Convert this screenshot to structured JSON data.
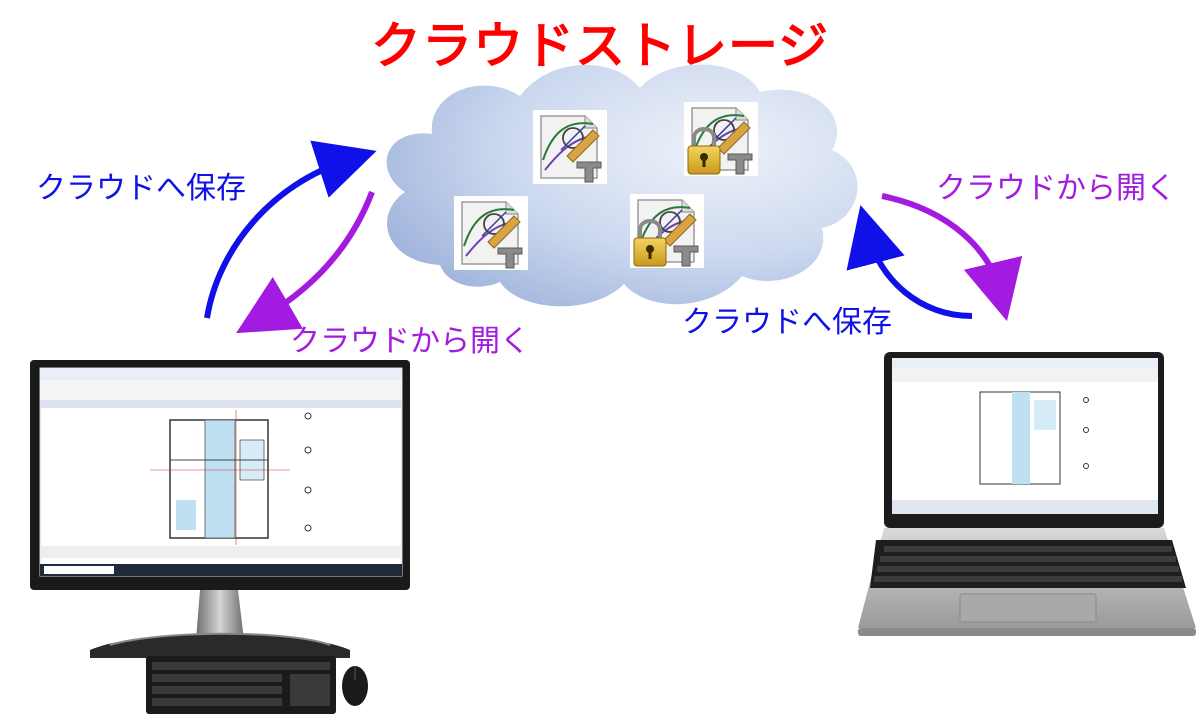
{
  "title": "クラウドストレージ",
  "labels": {
    "left_save": "クラウドへ保存",
    "left_open": "クラウドから開く",
    "right_open": "クラウドから開く",
    "right_save": "クラウドへ保存"
  },
  "colors": {
    "title": "#ff0000",
    "save_arrow": "#1010e8",
    "open_arrow": "#a31be0",
    "cloud_light": "#e8eef8",
    "cloud_dark": "#a9bde0"
  },
  "icons": {
    "cloud_files": [
      "cad-file-icon",
      "locked-cad-file-icon",
      "cad-file-icon",
      "locked-cad-file-icon"
    ],
    "devices": [
      "desktop-pc-icon",
      "keyboard-icon",
      "mouse-icon",
      "laptop-icon"
    ]
  }
}
